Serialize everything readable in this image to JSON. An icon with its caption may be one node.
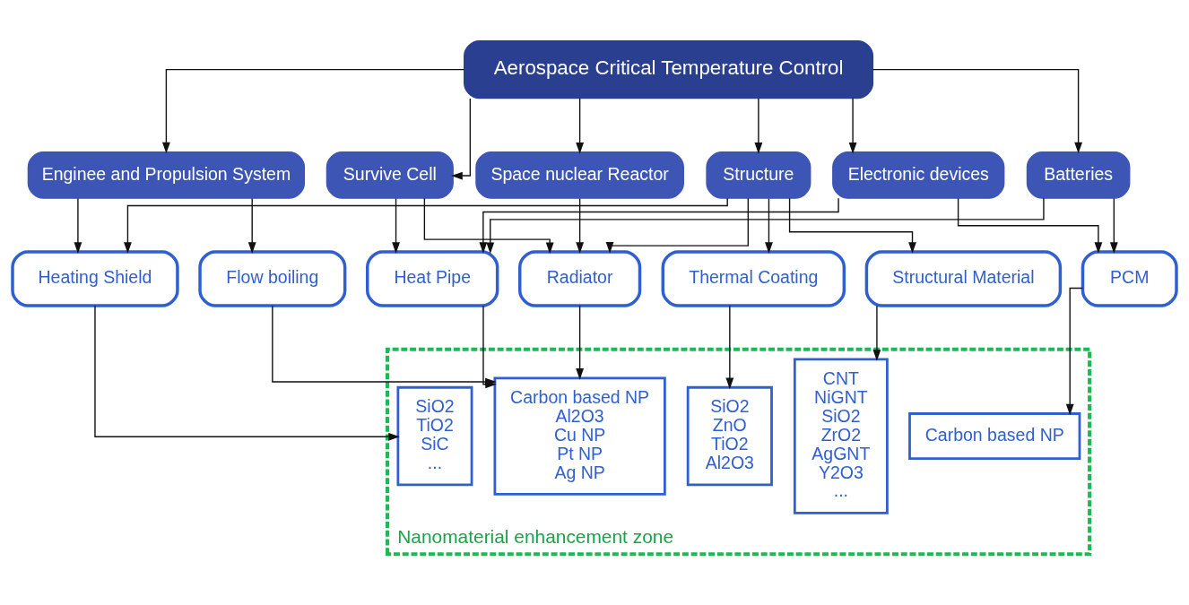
{
  "diagram": {
    "nodes": [
      {
        "text": [
          "Aerospace Critical Temperature Control"
        ]
      },
      {
        "text": [
          "Enginee and Propulsion System"
        ]
      },
      {
        "text": [
          "Electronic devices"
        ]
      },
      {
        "text": [
          "Survive Cell"
        ]
      },
      {
        "text": [
          "Space nuclear Reactor"
        ]
      },
      {
        "text": [
          "Structure"
        ]
      },
      {
        "text": [
          "Batteries"
        ]
      },
      {
        "text": [
          "Heating Shield"
        ]
      },
      {
        "text": [
          "Flow boiling"
        ]
      },
      {
        "text": [
          "Heat Pipe"
        ]
      },
      {
        "text": [
          "Radiator"
        ]
      },
      {
        "text": [
          "Thermal Coating"
        ]
      },
      {
        "text": [
          "Structural Material"
        ]
      },
      {
        "text": [
          "PCM"
        ]
      },
      {
        "text": [
          "Nanomaterial enhancement zone"
        ]
      },
      {
        "text": [
          "SiO2",
          "TiO2",
          "SiC",
          "..."
        ],
        "in": 14
      },
      {
        "text": [
          "Carbon based NP",
          "Al2O3",
          "Cu NP",
          "Pt NP",
          "Ag NP"
        ],
        "in": 14
      },
      {
        "text": [
          "SiO2",
          "ZnO",
          "TiO2",
          "Al2O3"
        ],
        "in": 14
      },
      {
        "text": [
          "CNT",
          "NiGNT",
          "SiO2",
          "ZrO2",
          "AgGNT",
          "Y2O3",
          "..."
        ],
        "in": 14
      },
      {
        "text": [
          "Carbon based NP"
        ],
        "in": 14
      }
    ],
    "edges": [
      {
        "from": 0,
        "to": 1,
        "arrow": "to"
      },
      {
        "from": 0,
        "to": 2,
        "arrow": "to"
      },
      {
        "from": 0,
        "to": 3,
        "arrow": "to"
      },
      {
        "from": 0,
        "to": 4,
        "arrow": "to"
      },
      {
        "from": 0,
        "to": 5,
        "arrow": "to"
      },
      {
        "from": 0,
        "to": 6,
        "arrow": "to"
      },
      {
        "from": 1,
        "to": 7,
        "arrow": "to"
      },
      {
        "from": 1,
        "to": 8,
        "arrow": "to"
      },
      {
        "from": 2,
        "to": 9,
        "arrow": "to"
      },
      {
        "from": 2,
        "to": 13,
        "arrow": "to"
      },
      {
        "from": 3,
        "to": 9,
        "arrow": "to"
      },
      {
        "from": 3,
        "to": 10,
        "arrow": "to"
      },
      {
        "from": 4,
        "to": 10,
        "arrow": "to"
      },
      {
        "from": 5,
        "to": 7,
        "arrow": "to"
      },
      {
        "from": 5,
        "to": 11,
        "arrow": "to"
      },
      {
        "from": 5,
        "to": 10,
        "arrow": "to"
      },
      {
        "from": 5,
        "to": 12,
        "arrow": "to"
      },
      {
        "from": 6,
        "to": 9,
        "arrow": "to"
      },
      {
        "from": 6,
        "to": 13,
        "arrow": "to"
      },
      {
        "from": 7,
        "to": 15,
        "arrow": "to"
      },
      {
        "from": 8,
        "to": 16,
        "arrow": "to"
      },
      {
        "from": 9,
        "to": 16,
        "arrow": "to"
      },
      {
        "from": 10,
        "to": 16,
        "arrow": "to"
      },
      {
        "from": 11,
        "to": 17,
        "arrow": "to"
      },
      {
        "from": 12,
        "to": 18,
        "arrow": "to"
      },
      {
        "from": 13,
        "to": 19,
        "arrow": "to"
      }
    ]
  }
}
